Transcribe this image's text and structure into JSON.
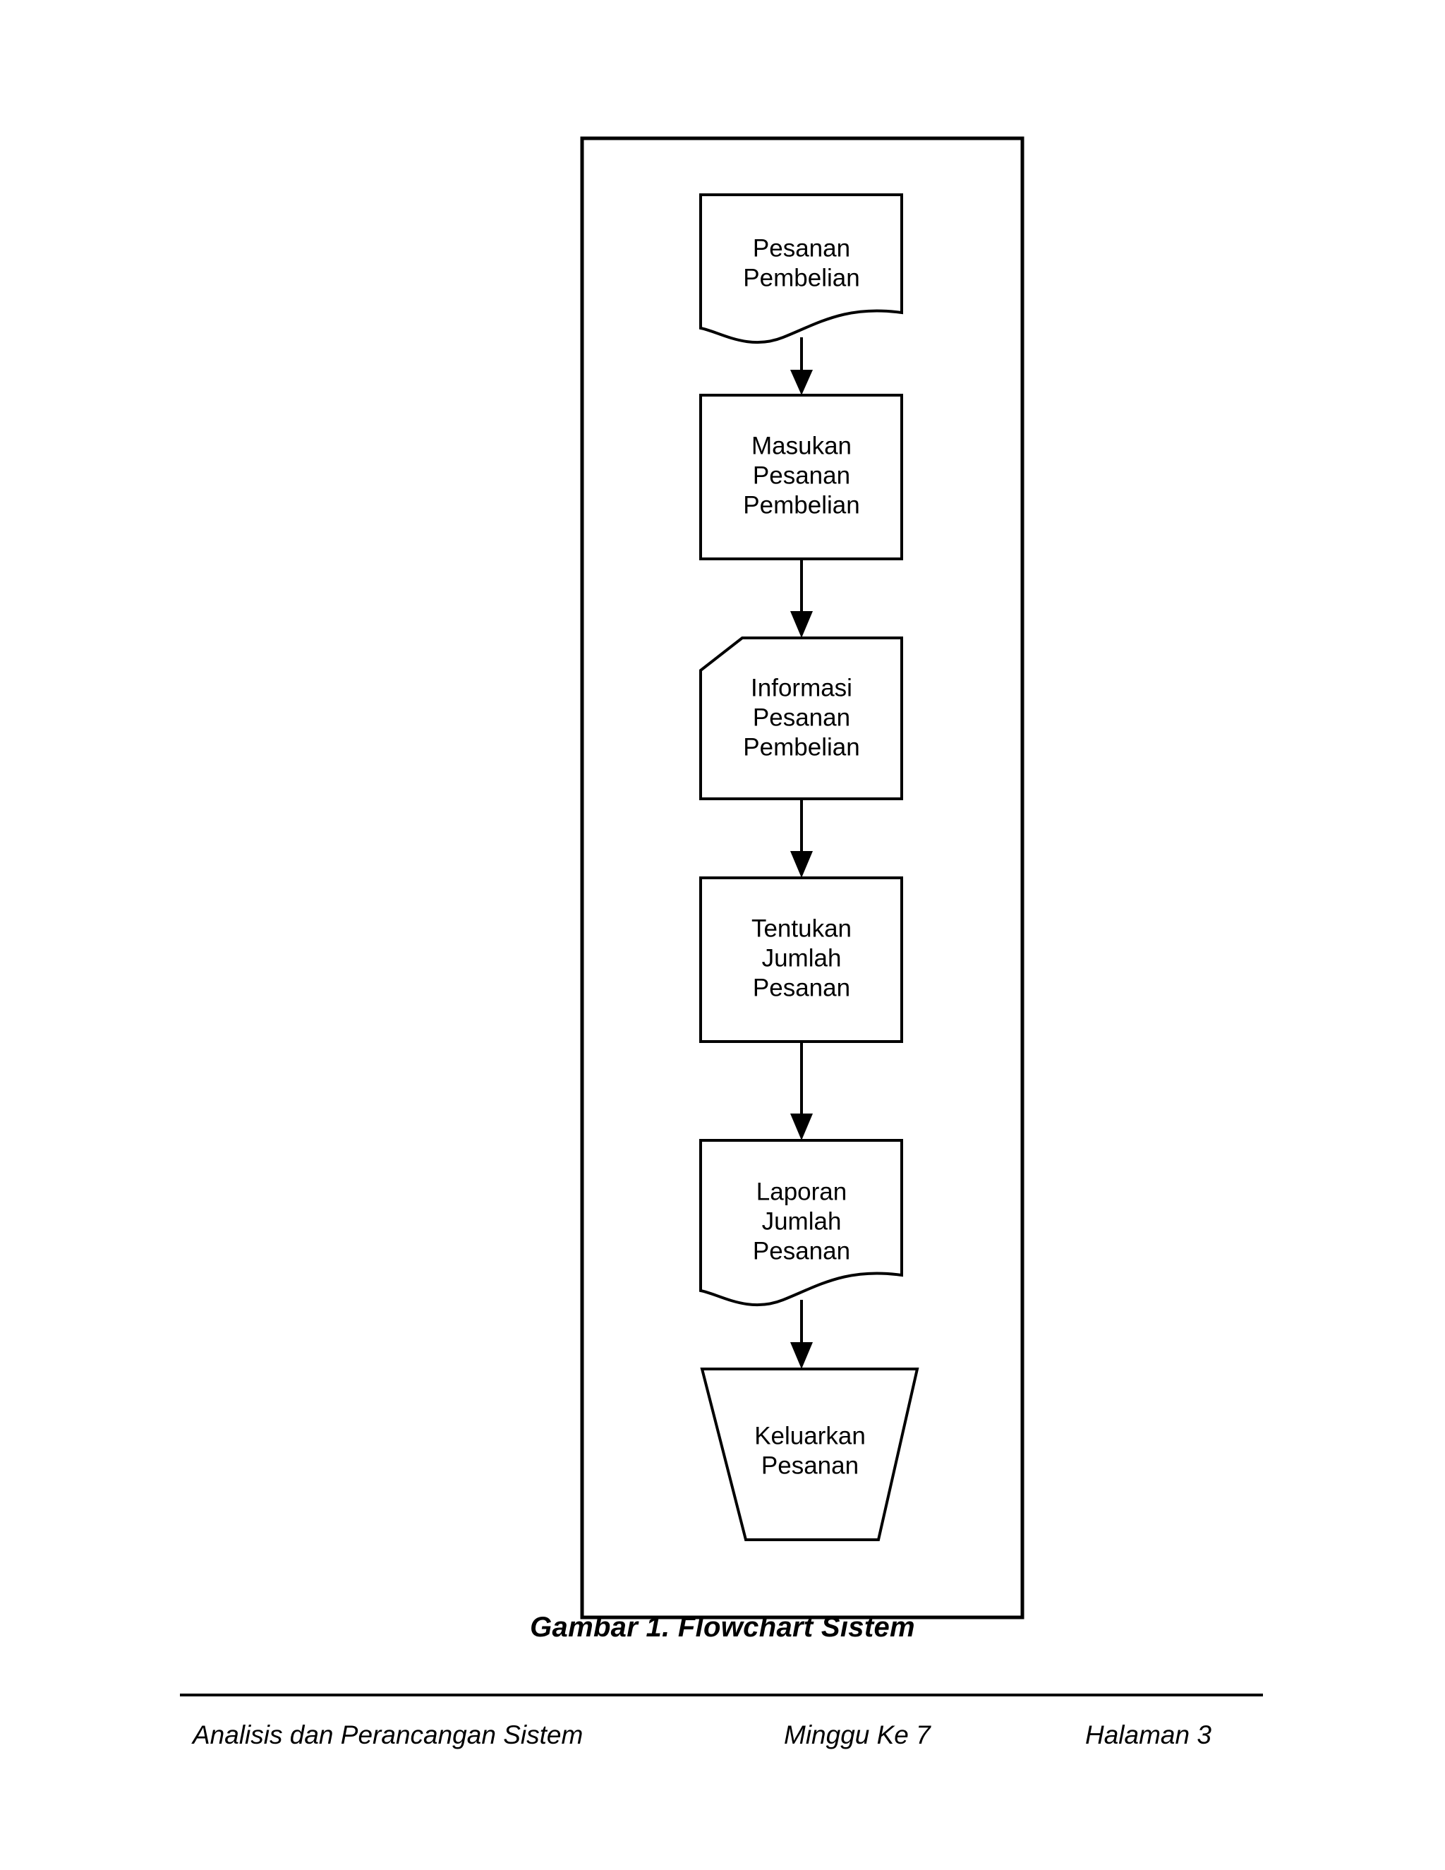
{
  "figure": {
    "caption": "Gambar 1. Flowchart Sistem",
    "nodes": [
      {
        "id": "pesanan-pembelian",
        "shape": "document",
        "lines": [
          "Pesanan",
          "Pembelian"
        ]
      },
      {
        "id": "masukan-pesanan-pembelian",
        "shape": "process",
        "lines": [
          "Masukan",
          "Pesanan",
          "Pembelian"
        ]
      },
      {
        "id": "informasi-pesanan-pembelian",
        "shape": "stored-data-cut-corner",
        "lines": [
          "Informasi",
          "Pesanan",
          "Pembelian"
        ]
      },
      {
        "id": "tentukan-jumlah-pesanan",
        "shape": "process",
        "lines": [
          "Tentukan",
          "Jumlah",
          "Pesanan"
        ]
      },
      {
        "id": "laporan-jumlah-pesanan",
        "shape": "document",
        "lines": [
          "Laporan",
          "Jumlah",
          "Pesanan"
        ]
      },
      {
        "id": "keluarkan-pesanan",
        "shape": "manual-operation-trapezoid",
        "lines": [
          "Keluarkan",
          "Pesanan"
        ]
      }
    ],
    "connectors": [
      {
        "from": "pesanan-pembelian",
        "to": "masukan-pesanan-pembelian"
      },
      {
        "from": "masukan-pesanan-pembelian",
        "to": "informasi-pesanan-pembelian"
      },
      {
        "from": "informasi-pesanan-pembelian",
        "to": "tentukan-jumlah-pesanan"
      },
      {
        "from": "tentukan-jumlah-pesanan",
        "to": "laporan-jumlah-pesanan"
      },
      {
        "from": "laporan-jumlah-pesanan",
        "to": "keluarkan-pesanan"
      }
    ]
  },
  "footer": {
    "left": "Analisis dan Perancangan Sistem",
    "center": "Minggu Ke 7",
    "right": "Halaman 3"
  },
  "colors": {
    "ink": "#000000",
    "paper": "#ffffff"
  }
}
